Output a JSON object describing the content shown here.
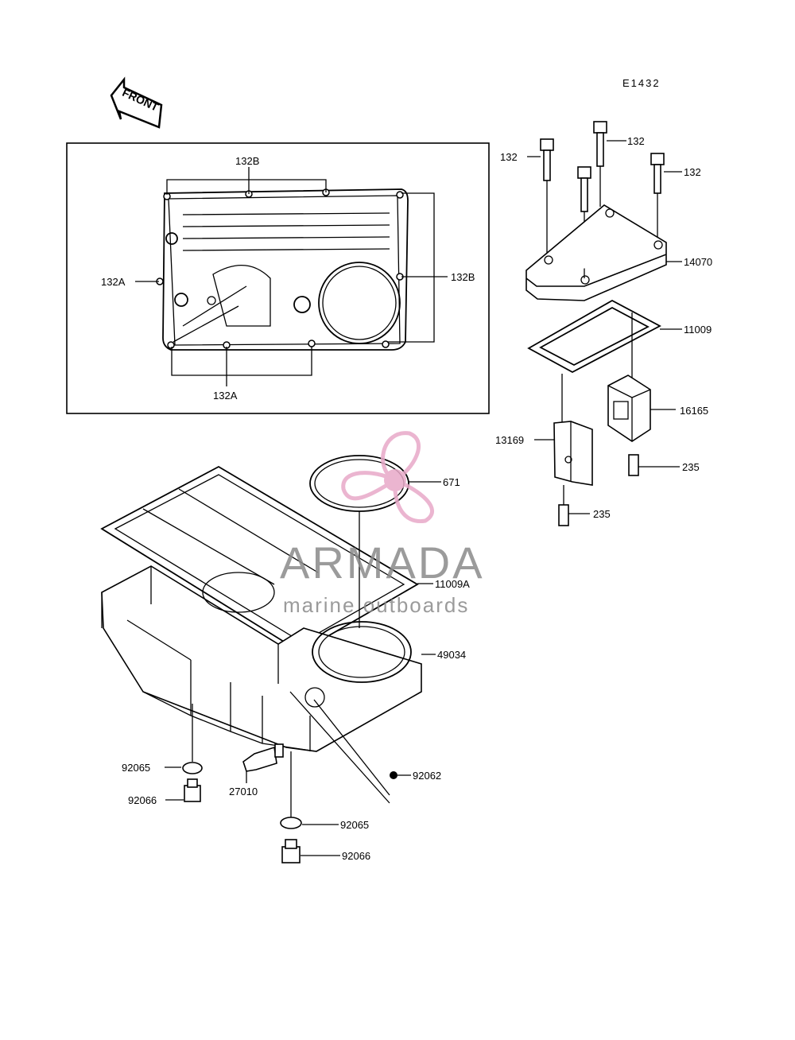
{
  "diagram_code": "E1432",
  "front_arrow_label": "FRONT",
  "watermark": {
    "brand": "ARMADA",
    "tagline": "marine outboards",
    "logo_color": "#e8a9c8",
    "text_color": "#8a8a8a"
  },
  "inset_labels": {
    "top_132b": "132B",
    "right_132b": "132B",
    "left_132a": "132A",
    "bottom_132a": "132A"
  },
  "part_labels": {
    "bolt_132_a": "132",
    "bolt_132_b": "132",
    "bolt_132_c": "132",
    "cover_14070": "14070",
    "gasket_11009": "11009",
    "valve_16165": "16165",
    "bracket_13169": "13169",
    "screw_235_a": "235",
    "screw_235_b": "235",
    "oring_671": "671",
    "gasket_11009a": "11009A",
    "oilpan_49034": "49034",
    "washer_92065_a": "92065",
    "plug_92066_a": "92066",
    "switch_27010": "27010",
    "pin_92062": "92062",
    "washer_92065_b": "92065",
    "plug_92066_b": "92066"
  }
}
